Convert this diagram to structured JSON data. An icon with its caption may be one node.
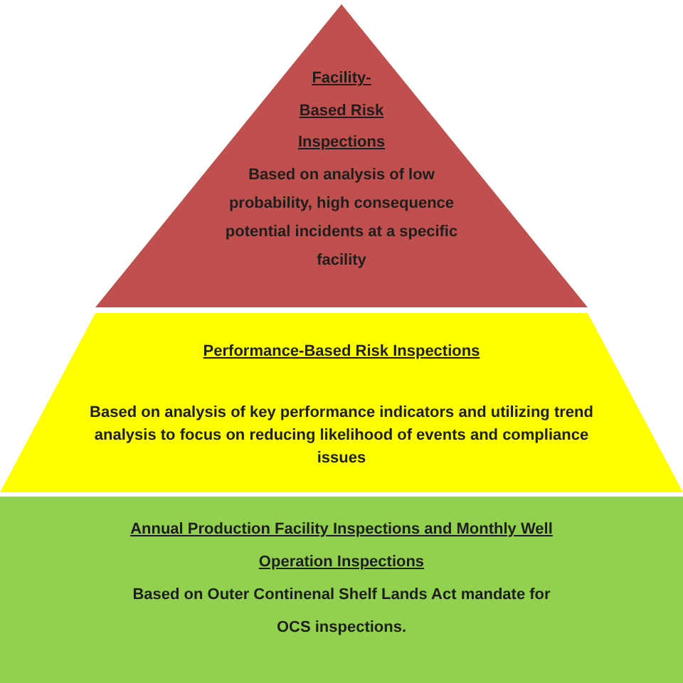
{
  "diagram": {
    "nodes": [
      {
        "text": [
          "Facility- Based Risk Inspections",
          "Based on analysis of low probability, high consequence potential incidents at a specific facility"
        ]
      },
      {
        "text": [
          "Performance-Based Risk Inspections",
          "Based on analysis of key performance indicators and utilizing trend analysis to focus on reducing likelihood of events and compliance issues"
        ]
      },
      {
        "text": [
          "Annual Production Facility Inspections and Monthly Well Operation Inspections",
          "Based on Outer Continenal Shelf Lands Act mandate for OCS inspections."
        ]
      }
    ]
  }
}
